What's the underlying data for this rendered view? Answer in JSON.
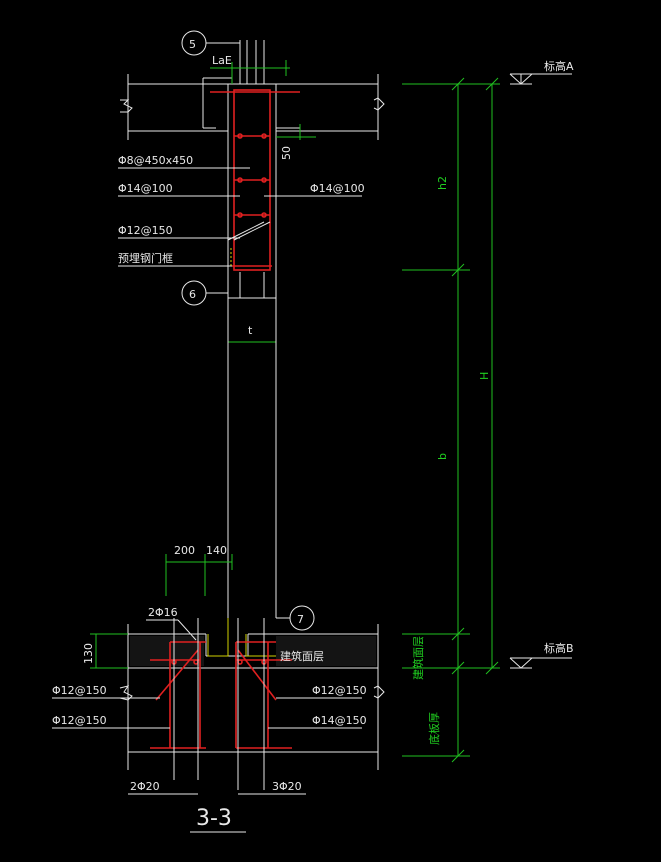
{
  "drawing": {
    "section_title": "3-3",
    "callouts": {
      "top": "5",
      "middle": "6",
      "bottom": "7"
    },
    "dimensions": {
      "lae": "LaE",
      "gap_50": "50",
      "t": "t",
      "h2": "h2",
      "H": "H",
      "b": "b",
      "d200": "200",
      "d140": "140",
      "d130": "130"
    },
    "elevations": {
      "a": "标高A",
      "b": "标高B"
    },
    "rebar_labels": {
      "stirrup": "Φ8@450x450",
      "bar14_left": "Φ14@100",
      "bar14_right": "Φ14@100",
      "bar12_top": "Φ12@150",
      "embedded": "预埋钢门框",
      "two_phi16": "2Φ16",
      "bar12_left1": "Φ12@150",
      "bar12_left2": "Φ12@150",
      "bar12_right1": "Φ12@150",
      "bar14_bottom_right": "Φ14@150",
      "two_phi20": "2Φ20",
      "three_phi20": "3Φ20"
    },
    "layer_labels": {
      "floor_layer": "建筑面层",
      "floor_layer_vertical": "建筑面层",
      "base_thickness": "底板厚"
    }
  }
}
